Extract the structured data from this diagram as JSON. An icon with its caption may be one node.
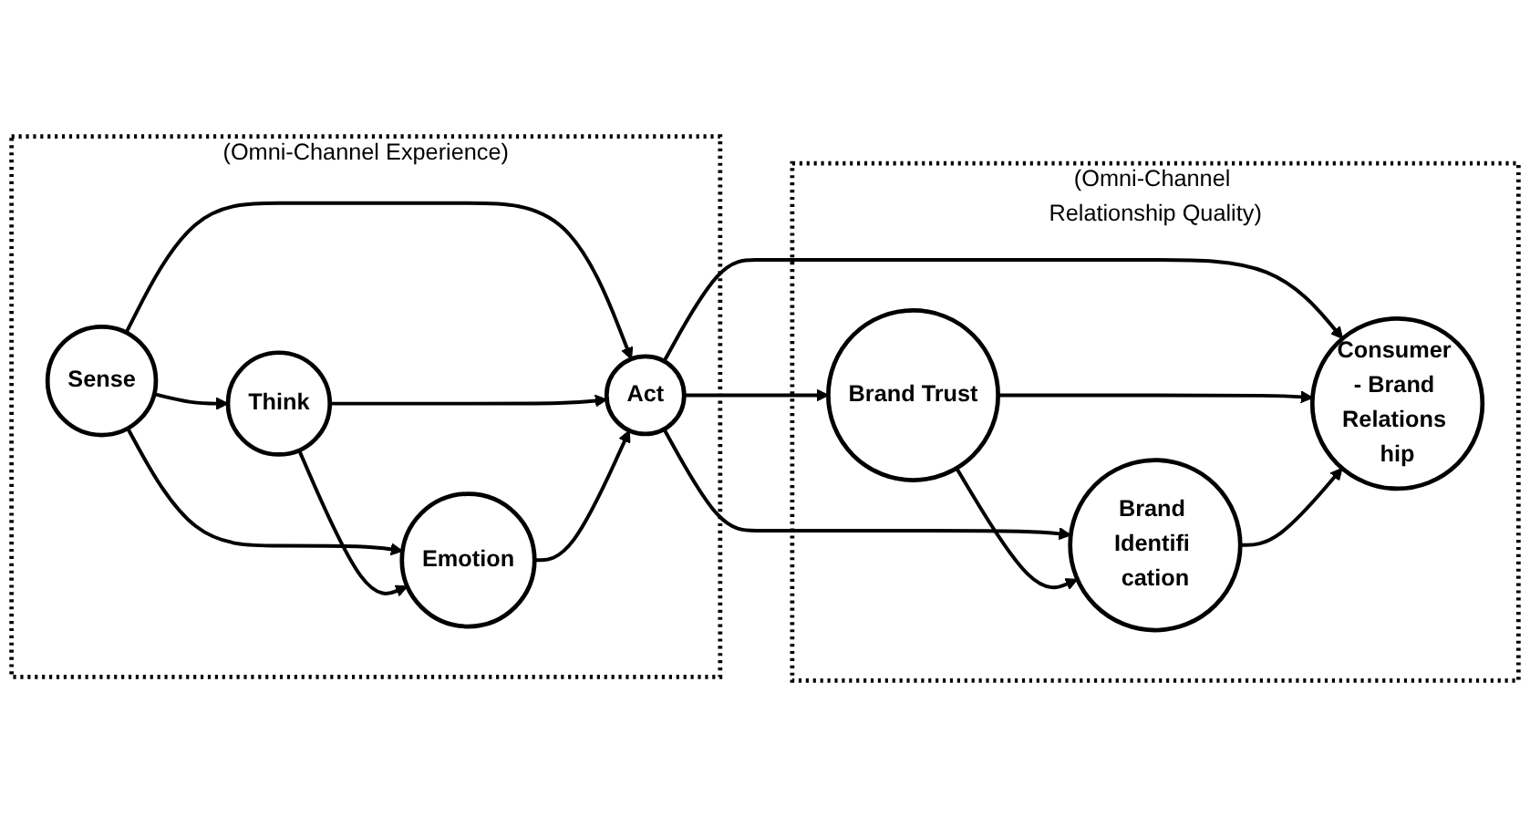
{
  "diagram": {
    "nodes": [
      {
        "text": [
          "(Omni-Channel Experience)"
        ]
      },
      {
        "text": [
          "Sense"
        ],
        "in": 0
      },
      {
        "text": [
          "Think"
        ],
        "in": 0
      },
      {
        "text": [
          "Emotion"
        ],
        "in": 0
      },
      {
        "text": [
          "Act"
        ],
        "in": 0
      },
      {
        "text": [
          "(Omni-Channel Relationship Quality)"
        ]
      },
      {
        "text": [
          "Brand Trust"
        ],
        "in": 5
      },
      {
        "text": [
          "Brand Identifi cation"
        ],
        "in": 5
      },
      {
        "text": [
          "Consumer - Brand Relations hip"
        ],
        "in": 5
      }
    ],
    "edges": [
      {
        "from": 1,
        "to": 2,
        "arrow": "to"
      },
      {
        "from": 1,
        "to": 4,
        "arrow": "to"
      },
      {
        "from": 1,
        "to": 3,
        "arrow": "to"
      },
      {
        "from": 2,
        "to": 4,
        "arrow": "to"
      },
      {
        "from": 2,
        "to": 3,
        "arrow": "to"
      },
      {
        "from": 3,
        "to": 4,
        "arrow": "to"
      },
      {
        "from": 4,
        "to": 6,
        "arrow": "to"
      },
      {
        "from": 4,
        "to": 8,
        "arrow": "to"
      },
      {
        "from": 4,
        "to": 7,
        "arrow": "to"
      },
      {
        "from": 6,
        "to": 8,
        "arrow": "to"
      },
      {
        "from": 6,
        "to": 7,
        "arrow": "to"
      },
      {
        "from": 7,
        "to": 8,
        "arrow": "to"
      }
    ]
  }
}
